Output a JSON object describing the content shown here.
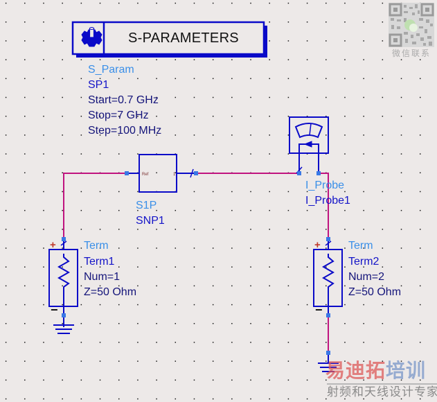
{
  "canvas": {
    "wire_color": "#c0137f",
    "component_color": "#0a0ac8",
    "pin_color": "#3a78e6",
    "grid_background": "#ede9e8"
  },
  "s_parameters": {
    "title": "S-PARAMETERS",
    "type": "S_Param",
    "instance": "SP1",
    "params": [
      "Start=0.7 GHz",
      "Stop=7 GHz",
      "Step=100 MHz"
    ],
    "icon": "gear-icon"
  },
  "snp": {
    "type": "S1P",
    "instance": "SNP1",
    "pin_ref": "Ref",
    "pin_1": "1"
  },
  "probe": {
    "type": "I_Probe",
    "instance": "I_Probe1",
    "icon": "ammeter-icon"
  },
  "term1": {
    "type": "Term",
    "instance": "Term1",
    "params": [
      "Num=1",
      "Z=50 Ohm"
    ],
    "plus": "+",
    "minus": "−"
  },
  "term2": {
    "type": "Term",
    "instance": "Term2",
    "params": [
      "Num=2",
      "Z=50 Ohm"
    ],
    "plus": "+",
    "minus": "−"
  },
  "watermark": {
    "brand_red": "易迪拓",
    "brand_blue": "培训",
    "subtitle": "射频和天线设计专家",
    "qr_label": "微信联系"
  }
}
